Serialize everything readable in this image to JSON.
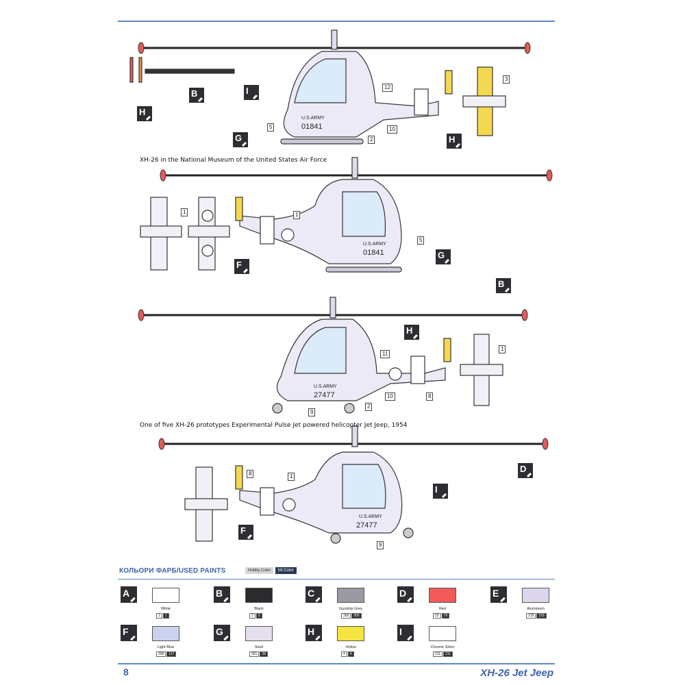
{
  "captions": {
    "museum": "XH-26 in the National Museum of the United States Air Force",
    "prototype": "One of five XH-26 prototypes Experimental Pulse Jet powered helicopter Jet Jeep, 1954"
  },
  "serials": {
    "army": "U.S.ARMY",
    "s1": "01841",
    "s2": "27477"
  },
  "markers": [
    "A",
    "B",
    "C",
    "D",
    "E",
    "F",
    "G",
    "H",
    "I"
  ],
  "callouts": [
    "1",
    "2",
    "3",
    "5",
    "8",
    "9",
    "10",
    "11",
    "12"
  ],
  "paints": {
    "title": "КОЛЬОРИ ФАРБ/USED PAINTS",
    "hobby_label": "Hobby Color",
    "mr_label": "Mr.Color",
    "items": [
      {
        "letter": "A",
        "name": "White",
        "hobby": "1",
        "mr": "1",
        "color": "#ffffff"
      },
      {
        "letter": "B",
        "name": "Black",
        "hobby": "2",
        "mr": "2",
        "color": "#2b2b2e"
      },
      {
        "letter": "C",
        "name": "Gunship Grey",
        "hobby": "305",
        "mr": "305",
        "color": "#9a9aa3"
      },
      {
        "letter": "D",
        "name": "Red",
        "hobby": "23",
        "mr": "79",
        "color": "#f25a5a"
      },
      {
        "letter": "E",
        "name": "Aluminium",
        "hobby": "218",
        "mr": "218",
        "color": "#dcd6ea"
      },
      {
        "letter": "F",
        "name": "Light Blue",
        "hobby": "308",
        "mr": "117",
        "color": "#cbd2ee"
      },
      {
        "letter": "G",
        "name": "Steel",
        "hobby": "301",
        "mr": "28",
        "color": "#e6e0ee"
      },
      {
        "letter": "H",
        "name": "Yellow",
        "hobby": "4",
        "mr": "4",
        "color": "#f6e441"
      },
      {
        "letter": "I",
        "name": "Chrome Silver",
        "hobby": "211",
        "mr": "211",
        "color": "#ffffff"
      }
    ]
  },
  "footer": {
    "page": "8",
    "title": "XH-26 Jet Jeep"
  }
}
